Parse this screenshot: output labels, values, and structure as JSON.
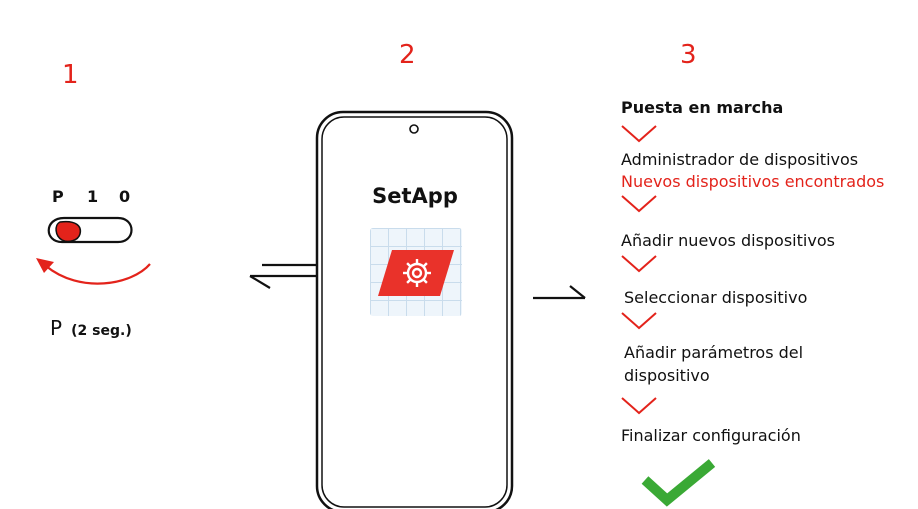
{
  "step1": {
    "number": "1",
    "switch_labels": [
      "P",
      "1",
      "0"
    ],
    "caption_main": "P",
    "caption_sub": "(2 seg.)"
  },
  "step2": {
    "number": "2",
    "app_name": "SetApp"
  },
  "step3": {
    "number": "3",
    "title": "Puesta en marcha",
    "steps": [
      "Administrador de dispositivos",
      "Nuevos dispositivos encontrados",
      "Añadir nuevos dispositivos",
      "Seleccionar dispositivo",
      "Añadir parámetros del",
      "dispositivo",
      "Finalizar configuración"
    ]
  },
  "colors": {
    "accent_red": "#e3231b",
    "check_green": "#3aa935",
    "text": "#111111"
  },
  "icons": [
    "slide-switch-icon",
    "rotate-arrow-icon",
    "swap-arrows-icon",
    "smartphone-icon",
    "settings-gear-icon",
    "arrow-right-icon",
    "chevron-down-icon",
    "checkmark-icon"
  ]
}
